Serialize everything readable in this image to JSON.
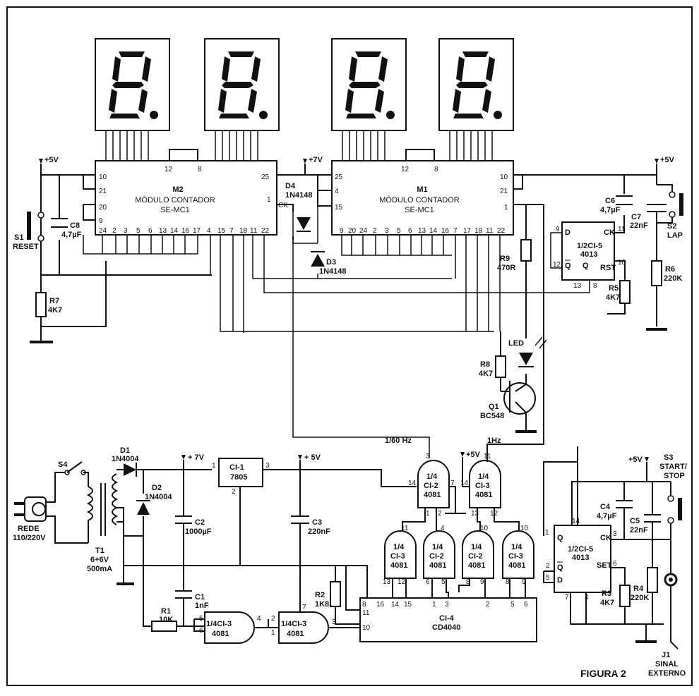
{
  "figure": {
    "label": "FIGURA 2"
  },
  "modules": {
    "m2": {
      "name": "M2",
      "line1": "MÓDULO CONTADOR",
      "line2": "SE-MC1",
      "top_pins": [
        "12",
        "8"
      ],
      "pin_left": [
        "10",
        "21",
        "20",
        "9"
      ],
      "pin_right_top": "25",
      "pin_right_mid": "1",
      "ck": "CK",
      "bottom_pins": [
        "24",
        "2",
        "3",
        "5",
        "6",
        "13",
        "14",
        "16",
        "17",
        "4",
        "15",
        "7",
        "18",
        "11",
        "22"
      ]
    },
    "m1": {
      "name": "M1",
      "line1": "MÓDULO CONTADOR",
      "line2": "SE-MC1",
      "top_pins": [
        "12",
        "8"
      ],
      "pin_left": [
        "25",
        "4",
        "15"
      ],
      "pin_right": [
        "10",
        "21",
        "1"
      ],
      "bottom_pins": [
        "9",
        "20",
        "24",
        "2",
        "3",
        "5",
        "6",
        "13",
        "14",
        "16",
        "7",
        "17",
        "18",
        "11",
        "22"
      ]
    }
  },
  "supplies": {
    "p5v": "+5V",
    "p7v": "+7V",
    "p5v_sp": "+ 5V",
    "p7v_sp": "+ 7V"
  },
  "components": {
    "s1": {
      "name": "S1",
      "label": "RESET"
    },
    "c8": {
      "name": "C8",
      "value": "4,7µF"
    },
    "r7": {
      "name": "R7",
      "value": "4K7"
    },
    "d4": {
      "name": "D4",
      "value": "1N4148"
    },
    "d3": {
      "name": "D3",
      "value": "1N4148"
    },
    "r9": {
      "name": "R9",
      "value": "470R"
    },
    "r8": {
      "name": "R8",
      "value": "4K7"
    },
    "led": {
      "name": "LED"
    },
    "q1": {
      "name": "Q1",
      "value": "BC548"
    },
    "ci5a": {
      "name": "1/2CI-5",
      "value": "4013",
      "d": "D",
      "ck": "CK",
      "qb": "Q",
      "q": "Q",
      "rst": "RST",
      "pins": [
        "9",
        "11",
        "12",
        "10",
        "13",
        "8"
      ]
    },
    "c6": {
      "name": "C6",
      "value": "4,7µF"
    },
    "c7": {
      "name": "C7",
      "value": "22nF"
    },
    "s2": {
      "name": "S2",
      "label": "LAP"
    },
    "r5": {
      "name": "R5",
      "value": "4K7"
    },
    "r6": {
      "name": "R6",
      "value": "220K"
    },
    "s4": {
      "name": "S4"
    },
    "rede": {
      "line1": "REDE",
      "line2": "110/220V"
    },
    "t1": {
      "name": "T1",
      "line2": "6+6V",
      "line3": "500mA"
    },
    "d1": {
      "name": "D1",
      "value": "1N4004"
    },
    "d2": {
      "name": "D2",
      "value": "1N4004"
    },
    "c2": {
      "name": "C2",
      "value": "1000µF"
    },
    "ci1": {
      "name": "CI-1",
      "value": "7805",
      "pins": [
        "1",
        "3",
        "2"
      ]
    },
    "c3": {
      "name": "C3",
      "value": "220nF"
    },
    "c1": {
      "name": "C1",
      "value": "1nF"
    },
    "r1": {
      "name": "R1",
      "value": "10K"
    },
    "r2": {
      "name": "R2",
      "value": "1K8"
    },
    "gate_r1": {
      "name": "1/4CI-3",
      "value": "4081",
      "pins": [
        "5",
        "6",
        "4"
      ]
    },
    "gate_r2": {
      "name": "1/4CI-3",
      "value": "4081",
      "pins": [
        "2",
        "1",
        "3",
        "7"
      ]
    },
    "freq_60": "1/60 Hz",
    "freq_1": "1Hz",
    "gate_top1": {
      "frac": "1/4",
      "name": "CI-2",
      "value": "4081",
      "pins": [
        "3",
        "14",
        "7",
        "1",
        "2"
      ]
    },
    "gate_top2": {
      "frac": "1/4",
      "name": "CI-3",
      "value": "4081",
      "pins": [
        "11",
        "14",
        "13",
        "12"
      ]
    },
    "gate_b1": {
      "frac": "1/4",
      "name": "CI-3",
      "value": "4081",
      "pins": [
        "11",
        "13",
        "12"
      ]
    },
    "gate_b2": {
      "frac": "1/4",
      "name": "CI-2",
      "value": "4081",
      "pins": [
        "4",
        "6",
        "5"
      ]
    },
    "gate_b3": {
      "frac": "1/4",
      "name": "CI-2",
      "value": "4081",
      "pins": [
        "10",
        "8",
        "9"
      ]
    },
    "gate_b4": {
      "frac": "1/4",
      "name": "CI-3",
      "value": "4081",
      "pins": [
        "10",
        "8",
        "9"
      ]
    },
    "ci4": {
      "name": "CI-4",
      "value": "CD4040",
      "pins_top": [
        "8",
        "16",
        "14",
        "15",
        "1",
        "3",
        "2",
        "5",
        "6"
      ],
      "pin_11": "11",
      "pin_10": "10"
    },
    "ci5b": {
      "name": "1/2CI-5",
      "value": "4013",
      "q": "Q",
      "qb": "Q",
      "d": "D",
      "ck": "CK",
      "set": "SET",
      "pins": [
        "1",
        "14",
        "3",
        "2",
        "5",
        "7",
        "4",
        "6"
      ]
    },
    "c4": {
      "name": "C4",
      "value": "4,7µF"
    },
    "c5": {
      "name": "C5",
      "value": "22nF"
    },
    "s3": {
      "name": "S3",
      "line1": "START/",
      "line2": "STOP"
    },
    "r3": {
      "name": "R3",
      "value": "4K7"
    },
    "r4": {
      "name": "R4",
      "value": "220K"
    },
    "j1": {
      "name": "J1",
      "line1": "SINAL",
      "line2": "EXTERNO"
    }
  }
}
